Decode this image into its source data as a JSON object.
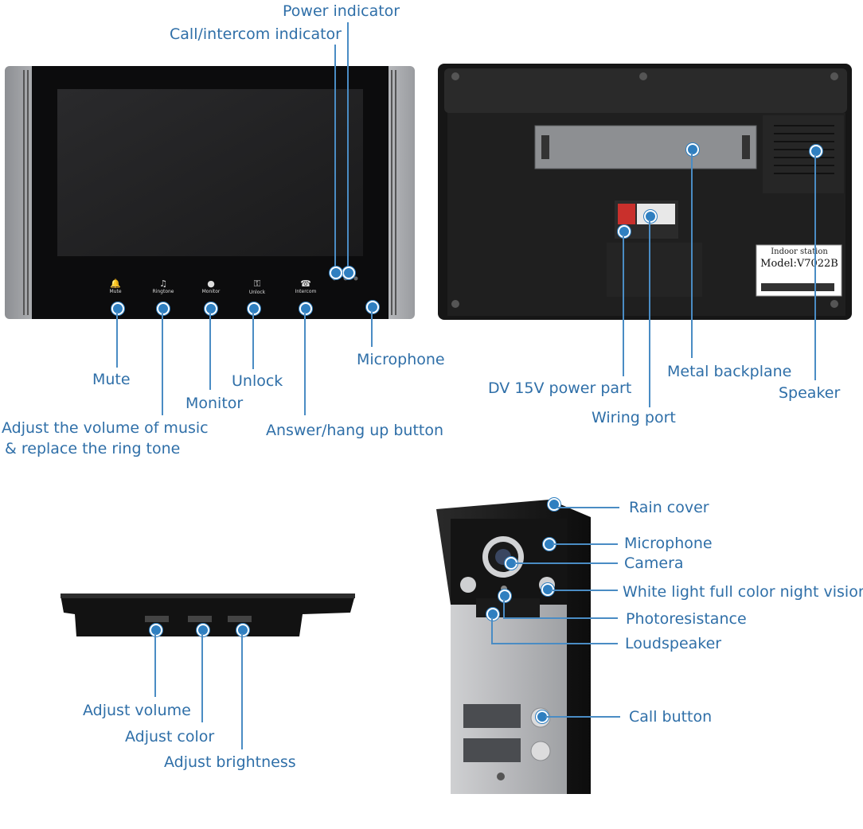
{
  "front_panel": {
    "buttons": [
      {
        "icon": "bell-icon",
        "text": "Mute"
      },
      {
        "icon": "music-note-icon",
        "text": "Ringtone"
      },
      {
        "icon": "person-icon",
        "text": "Monitor"
      },
      {
        "icon": "key-icon",
        "text": "Unlock"
      },
      {
        "icon": "phone-icon",
        "text": "Intercom"
      }
    ],
    "callouts": {
      "power_indicator": "Power indicator",
      "call_indicator": "Call/intercom indicator",
      "mute": "Mute",
      "ringtone_line1": "Adjust the volume of music",
      "ringtone_line2": "& replace the ring tone",
      "monitor": "Monitor",
      "unlock": "Unlock",
      "answer": "Answer/hang up button",
      "microphone": "Microphone"
    }
  },
  "back_panel": {
    "sticker": {
      "title": "Indoor station",
      "model": "Model:V7022B"
    },
    "callouts": {
      "power_port": "DV 15V power part",
      "wiring_port": "Wiring port",
      "backplane": "Metal backplane",
      "speaker": "Speaker"
    }
  },
  "side_view": {
    "callouts": {
      "volume": "Adjust volume",
      "color": "Adjust color",
      "brightness": "Adjust brightness"
    }
  },
  "door_station": {
    "callouts": {
      "rain_cover": "Rain cover",
      "microphone": "Microphone",
      "camera": "Camera",
      "night_vision": "White light full color night vision",
      "photoresistance": "Photoresistance",
      "loudspeaker": "Loudspeaker",
      "call_button": "Call button"
    }
  },
  "colors": {
    "callout_text": "#2f6fa8",
    "callout_line": "#4a8cc4",
    "dot": "#2f7fc0"
  }
}
